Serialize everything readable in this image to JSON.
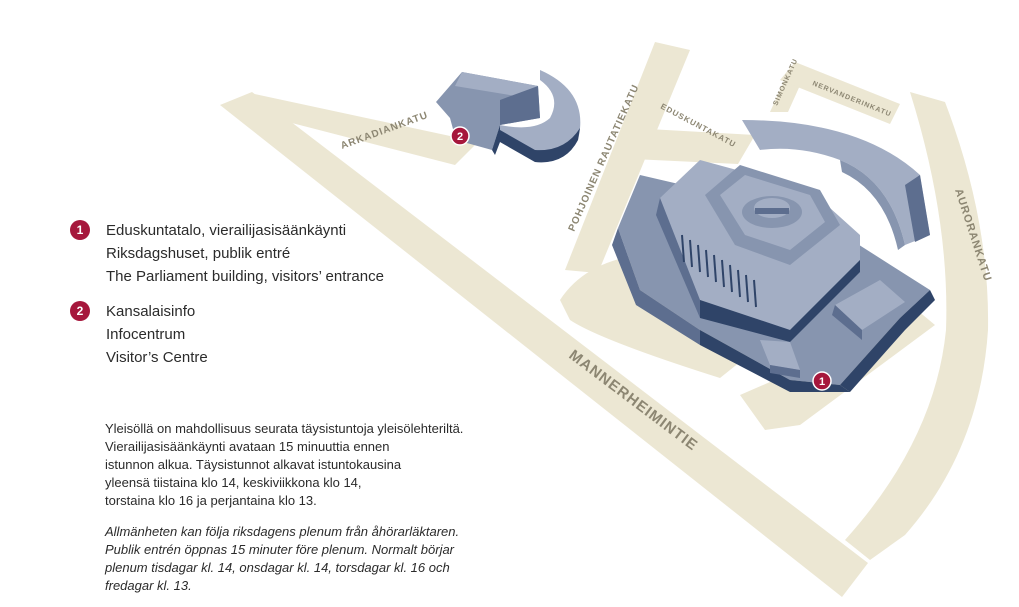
{
  "streets": {
    "arkadiankatu": "ARKADIANKATU",
    "eduskuntakatu": "EDUSKUNTAKATU",
    "pohjoinen_rautatiekatu": "POHJOINEN RAUTATIEKATU",
    "simonkatu": "SIMONKATU",
    "nervanderinkatu": "NERVANDERINKATU",
    "aurorankatu": "AURORANKATU",
    "mannerheimintie": "MANNERHEIMINTIE"
  },
  "markers": {
    "one": "1",
    "two": "2"
  },
  "legend": [
    {
      "number": "1",
      "lines": [
        "Eduskuntatalo, vierailijasisäänkäynti",
        "Riksdagshuset, publik entré",
        "The Parliament building, visitors’ entrance"
      ]
    },
    {
      "number": "2",
      "lines": [
        "Kansalaisinfo",
        "Infocentrum",
        "Visitor’s Centre"
      ]
    }
  ],
  "info_fi": [
    "Yleisöllä on mahdollisuus seurata täysistuntoja yleisölehteriltä.",
    "Vierailijasisäänkäynti avataan 15 minuuttia ennen",
    "istunnon alkua. Täysistunnot alkavat istuntokausina",
    "yleensä tiistaina klo 14, keskiviikkona klo 14,",
    "torstaina klo 16 ja perjantaina klo 13."
  ],
  "info_sv": [
    "Allmänheten kan följa riksdagens plenum från åhörarläktaren.",
    "Publik entrén öppnas 15 minuter före plenum. Normalt börjar",
    "plenum tisdagar kl. 14, onsdagar kl. 14, torsdagar kl. 16 och",
    "fredagar kl. 13."
  ],
  "colors": {
    "street": "#ece7d3",
    "building_light": "#a3aec4",
    "building_mid": "#8795af",
    "building_dark": "#5d6e8f",
    "building_darkest": "#2f4468",
    "marker": "#a6173c"
  }
}
